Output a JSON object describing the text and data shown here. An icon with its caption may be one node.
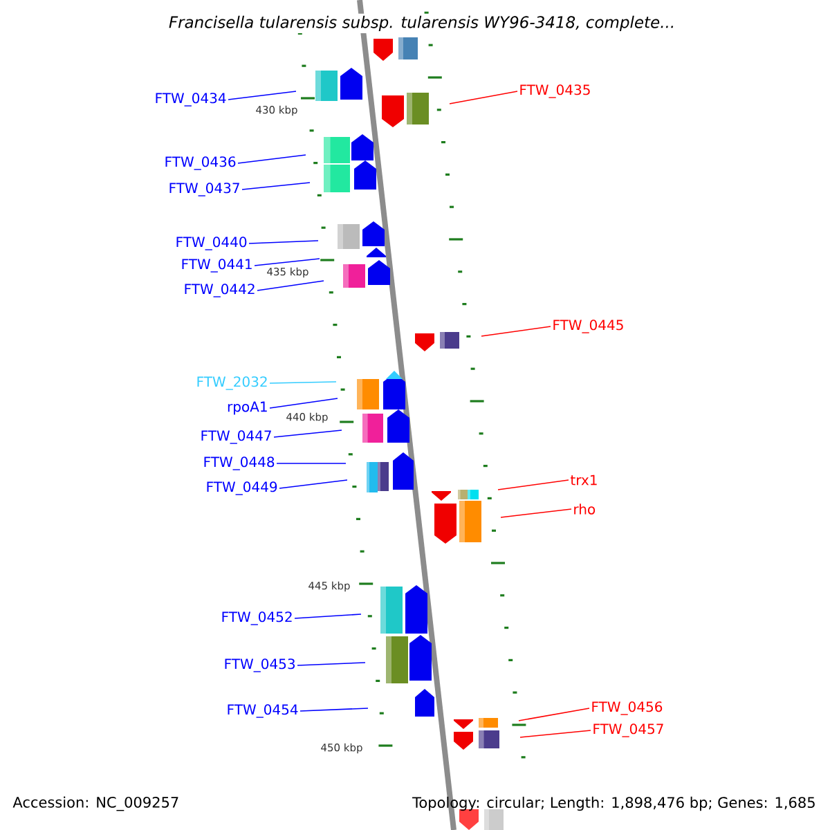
{
  "diagram": {
    "title": "Francisella tularensis subsp. tularensis WY96-3418, complete...",
    "nodes": [
      {
        "text": [
          "FTW_0435"
        ]
      },
      {
        "text": [
          "FTW_0434"
        ]
      },
      {
        "text": [
          "FTW_0436"
        ]
      },
      {
        "text": [
          "FTW_0437"
        ]
      },
      {
        "text": [
          "FTW_0440"
        ]
      },
      {
        "text": [
          "FTW_0441"
        ]
      },
      {
        "text": [
          "FTW_0442"
        ]
      },
      {
        "text": [
          "FTW_0445"
        ]
      },
      {
        "text": [
          "FTW_2032"
        ]
      },
      {
        "text": [
          "rpoA1"
        ]
      },
      {
        "text": [
          "FTW_0447"
        ]
      },
      {
        "text": [
          "FTW_0448"
        ]
      },
      {
        "text": [
          "trx1"
        ]
      },
      {
        "text": [
          "FTW_0449"
        ]
      },
      {
        "text": [
          "rho"
        ]
      },
      {
        "text": [
          "FTW_0452"
        ]
      },
      {
        "text": [
          "FTW_0453"
        ]
      },
      {
        "text": [
          "FTW_0454"
        ]
      },
      {
        "text": [
          "FTW_0456"
        ]
      },
      {
        "text": [
          "FTW_0457"
        ]
      }
    ],
    "edges": [
      {
        "from": 0,
        "to": null,
        "arrow": "none",
        "color": "#ff0000"
      },
      {
        "from": 1,
        "to": null,
        "arrow": "none"
      },
      {
        "from": 2,
        "to": null,
        "arrow": "none"
      },
      {
        "from": 3,
        "to": null,
        "arrow": "none"
      },
      {
        "from": 4,
        "to": null,
        "arrow": "none"
      },
      {
        "from": 5,
        "to": null,
        "arrow": "none"
      },
      {
        "from": 6,
        "to": null,
        "arrow": "none"
      },
      {
        "from": 7,
        "to": null,
        "arrow": "none",
        "color": "#ff0000"
      },
      {
        "from": 8,
        "to": null,
        "arrow": "none",
        "color": "#33ccff"
      },
      {
        "from": 9,
        "to": null,
        "arrow": "none"
      },
      {
        "from": 10,
        "to": null,
        "arrow": "none"
      },
      {
        "from": 11,
        "to": null,
        "arrow": "none"
      },
      {
        "from": 12,
        "to": null,
        "arrow": "none",
        "color": "#ff0000"
      },
      {
        "from": 13,
        "to": null,
        "arrow": "none"
      },
      {
        "from": 14,
        "to": null,
        "arrow": "none",
        "color": "#ff0000"
      },
      {
        "from": 15,
        "to": null,
        "arrow": "none"
      },
      {
        "from": 16,
        "to": null,
        "arrow": "none"
      },
      {
        "from": 17,
        "to": null,
        "arrow": "none"
      },
      {
        "from": 18,
        "to": null,
        "arrow": "none",
        "color": "#ff0000"
      },
      {
        "from": 19,
        "to": null,
        "arrow": "none",
        "color": "#ff0000"
      }
    ],
    "labels": [
      "430 kbp",
      "435 kbp",
      "440 kbp",
      "445 kbp",
      "450 kbp",
      "Accession: NC_009257",
      "Topology: circular; Length: 1,898,476 bp; Genes: 1,685"
    ]
  }
}
